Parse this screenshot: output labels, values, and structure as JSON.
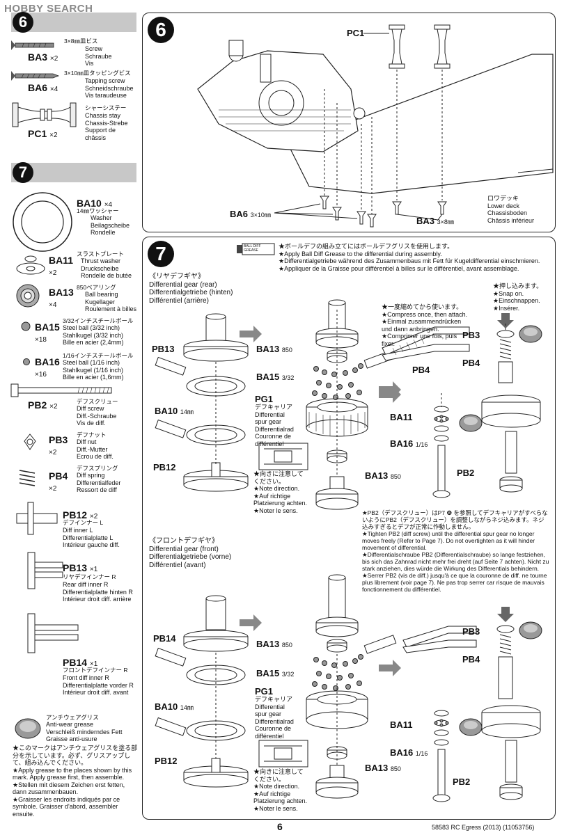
{
  "watermark": "HOBBY SEARCH",
  "left": {
    "step6": "6",
    "step7": "7",
    "parts6": [
      {
        "code": "BA3",
        "qty": "×2",
        "jp": "3×8㎜皿ビス",
        "text": "Screw\nSchraube\nVis"
      },
      {
        "code": "BA6",
        "qty": "×4",
        "jp": "3×10㎜皿タッピングビス",
        "text": "Tapping screw\nSchneidschraube\nVis taraudeuse"
      },
      {
        "code": "PC1",
        "qty": "×2",
        "jp": "シャーシステー",
        "text": "Chassis stay\nChassis-Strebe\nSupport de\nchâssis"
      }
    ],
    "parts7": [
      {
        "code": "BA10",
        "qty": "×4",
        "jp": "14㎜ワッシャー",
        "text": "Washer\nBeilagscheibe\nRondelle"
      },
      {
        "code": "BA11",
        "qty": "×2",
        "jp": "スラストプレート",
        "text": "Thrust washer\nDruckscheibe\nRondelle de butée"
      },
      {
        "code": "BA13",
        "qty": "×4",
        "jp": "850ベアリング",
        "text": "Ball bearing\nKugellager\nRoulement à billes"
      },
      {
        "code": "BA15",
        "qty": "×18",
        "jp": "3/32インチスチールボール",
        "text": "Steel ball (3/32 inch)\nStahlkugel (3/32 inch)\nBille en acier (2,4mm)"
      },
      {
        "code": "BA16",
        "qty": "×16",
        "jp": "1/16インチスチールボール",
        "text": "Steel ball (1/16 inch)\nStahlkugel (1/16 inch)\nBille en acier (1,6mm)"
      },
      {
        "code": "PB2",
        "qty": "×2",
        "jp": "デフスクリュー",
        "text": "Diff screw\nDiff.-Schraube\nVis de diff."
      },
      {
        "code": "PB3",
        "qty": "×2",
        "jp": "デフナット",
        "text": "Diff nut\nDiff.-Mutter\nEcrou de diff."
      },
      {
        "code": "PB4",
        "qty": "×2",
        "jp": "デフスプリング",
        "text": "Diff spring\nDifferentialfeder\nRessort de diff"
      },
      {
        "code": "PB12",
        "qty": "×2",
        "jp": "デフインナー L",
        "text": "Diff inner L\nDifferentialplatte L\nIntérieur gauche diff."
      },
      {
        "code": "PB13",
        "qty": "×1",
        "jp": "リヤデフインナー R",
        "text": "Rear diff inner R\nDifferentialplatte hinten R\nIntérieur droit diff. arrière"
      },
      {
        "code": "PB14",
        "qty": "×1",
        "jp": "フロントデフインナー R",
        "text": "Front diff inner R\nDifferentialplatte vorder R\nIntérieur droit diff. avant"
      }
    ],
    "grease": {
      "jp": "アンチウェアグリス",
      "text": "Anti-wear grease\nVerschleiß minderndes Fett\nGraisse anti-usure"
    },
    "grease_note": "★このマークはアンチウェアグリスを塗る部分を示しています。必ず、グリスアップして、組み込んでください。\n★Apply grease to the places shown by this mark. Apply grease first, then assemble.\n★Stellen mit diesem Zeichen erst fetten, dann zusammenbauen.\n★Graisser les endroits indiqués par ce symbole. Graisser d'abord, assembler ensuite."
  },
  "step6": {
    "num": "6",
    "labels": {
      "pc1": "PC1",
      "ba6": "BA6",
      "ba6size": "3×10㎜",
      "ba3": "BA3",
      "ba3size": "3×8㎜"
    },
    "lower_deck": "ロワデッキ\nLower deck\nChassisboden\nChâssis inférieur"
  },
  "step7": {
    "num": "7",
    "grease_tube": "BALL DIFF GREASE",
    "top_note": "★ボールデフの組み立てにはボールデフグリスを使用します。\n★Apply Ball Diff Grease to the differential during assembly.\n★Differentialgetriebe während des Zusammenbaus mit Fett für Kugeldifferential einschmieren.\n★Appliquer de la Graisse pour différentiel à billes sur le différentiel, avant assemblage.",
    "rear_title": "《リヤデフギヤ》\nDifferential gear (rear)\nDifferentialgetriebe (hinten)\nDifférentiel (arrière)",
    "front_title": "《フロントデフギヤ》\nDifferential gear (front)\nDifferentialgetriebe (vorne)\nDifférentiel (avant)",
    "compress": "★一度縮めてから使います。\n★Compress once, then attach.\n★Einmal zusammendrücken\nund dann anbringen.\n★Comprimer une fois, puis\nfixer.",
    "push": "★押し込みます。\n★Snap on.\n★Einschnappen.\n★Insérer.",
    "pg1": "PG1",
    "pg1_text": "デフキャリア\nDifferential\nspur gear\nDifferentialrad\nCouronne de\ndifférentiel",
    "direction": "★向きに注意して\nください。\n★Note direction.\n★Auf richtige\nPlatzierung achten.\n★Noter le sens.",
    "pb2_note": "★PB2（デフスクリュー）はP7 ❽ を参照してデフキャリアがすべらないようにPB2（デフスクリュー）を調整しながらネジ込みます。ネジ込みすぎるとデフが正常に作動しません。\n★Tighten PB2 (diff screw) until the differential spur gear no longer moves freely (Refer to Page 7). Do not overtighten as it will hinder movement of differential.\n★Differentialschraube PB2 (Differentialschraube) so lange festziehen, bis sich das Zahnrad nicht mehr frei dreht (auf Seite 7 achten). Nicht zu stark anziehen, dies würde die Wirkung des Differentials behindern.\n★Serrer PB2 (vis de diff.) jusqu'à ce que la couronne de diff. ne tourne plus librement (voir page 7). Ne pas trop serrer car risque de mauvais fonctionnement du différentiel.",
    "labels": {
      "pb13": "PB13",
      "pb14": "PB14",
      "ba10": "BA10",
      "ba10size": "14㎜",
      "pb12": "PB12",
      "ba13": "BA13",
      "size850": "850",
      "ba15": "BA15",
      "size332": "3/32",
      "ba11": "BA11",
      "ba16": "BA16",
      "size116": "1/16",
      "pb2": "PB2",
      "pb3": "PB3",
      "pb4": "PB4"
    }
  },
  "footer": {
    "page": "6",
    "code": "58583 RC Egress (2013) (11053756)"
  }
}
